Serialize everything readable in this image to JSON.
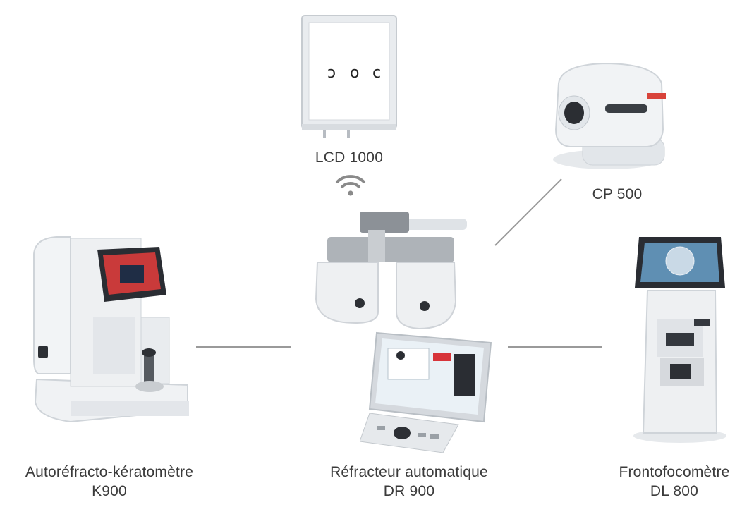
{
  "diagram": {
    "center": {
      "name": "Réfracteur automatique",
      "model": "DR 900"
    },
    "devices": [
      {
        "id": "lcd",
        "name": "",
        "model": "LCD 1000",
        "chart_symbols": [
          "ↄ",
          "o",
          "c"
        ],
        "connection": "wireless"
      },
      {
        "id": "projector",
        "name": "",
        "model": "CP 500",
        "connection": "wired"
      },
      {
        "id": "autorefractor",
        "name": "Autoréfracto-kératomètre",
        "model": "K900",
        "connection": "wired"
      },
      {
        "id": "lensmeter",
        "name": "Frontofocomètre",
        "model": "DL 800",
        "connection": "wired"
      }
    ],
    "colors": {
      "line": "#9a9a9a",
      "device_body": "#eceff2",
      "device_shade": "#c9ced4",
      "screen": "#2a2d33",
      "wifi": "#8a8a8a"
    },
    "icons": [
      "wifi-icon"
    ]
  }
}
